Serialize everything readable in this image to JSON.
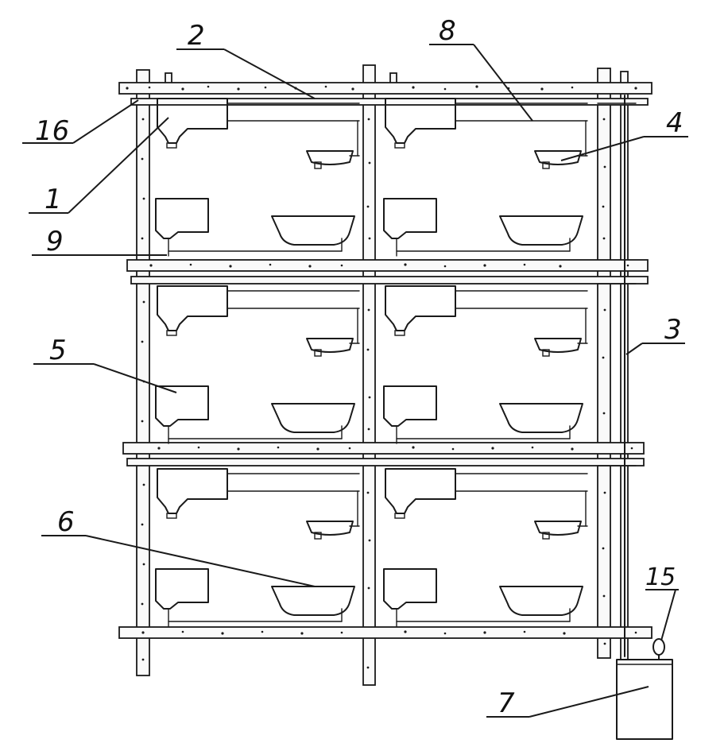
{
  "labels": {
    "l1": "1",
    "l2": "2",
    "l3": "3",
    "l4": "4",
    "l5": "5",
    "l6": "6",
    "l7": "7",
    "l8": "8",
    "l9": "9",
    "l15": "15",
    "l16": "16"
  }
}
